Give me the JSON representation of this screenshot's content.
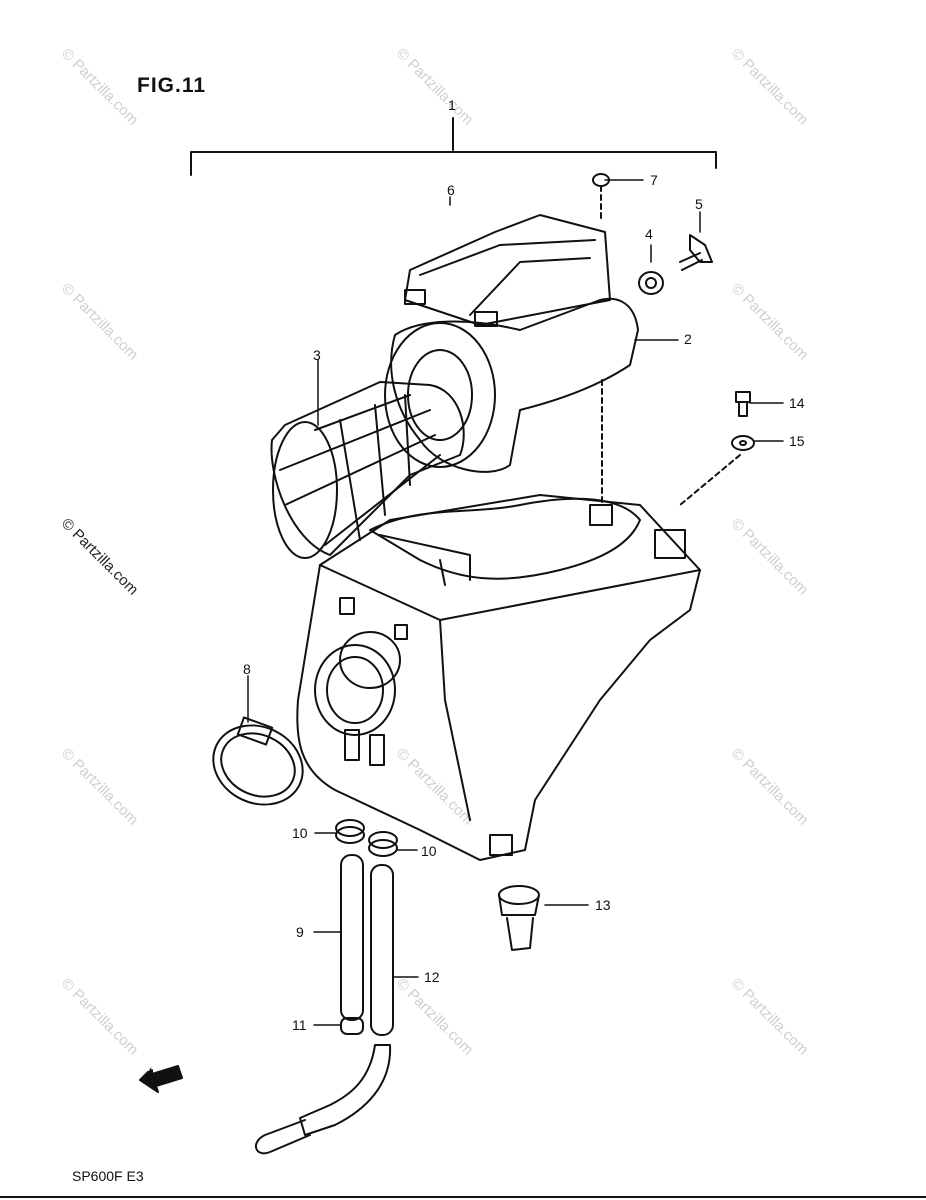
{
  "figure": {
    "title": "FIG.11",
    "model_code": "SP600F  E3",
    "forward_marker": "FWD"
  },
  "callouts": {
    "c1": "1",
    "c2": "2",
    "c3": "3",
    "c4": "4",
    "c5": "5",
    "c6": "6",
    "c7": "7",
    "c8": "8",
    "c9": "9",
    "c10a": "10",
    "c10b": "10",
    "c11": "11",
    "c12": "12",
    "c13": "13",
    "c14": "14",
    "c15": "15"
  },
  "watermark": {
    "text": "© Partzilla.com"
  },
  "colors": {
    "line": "#111111",
    "watermark": "#cfcfcf"
  }
}
